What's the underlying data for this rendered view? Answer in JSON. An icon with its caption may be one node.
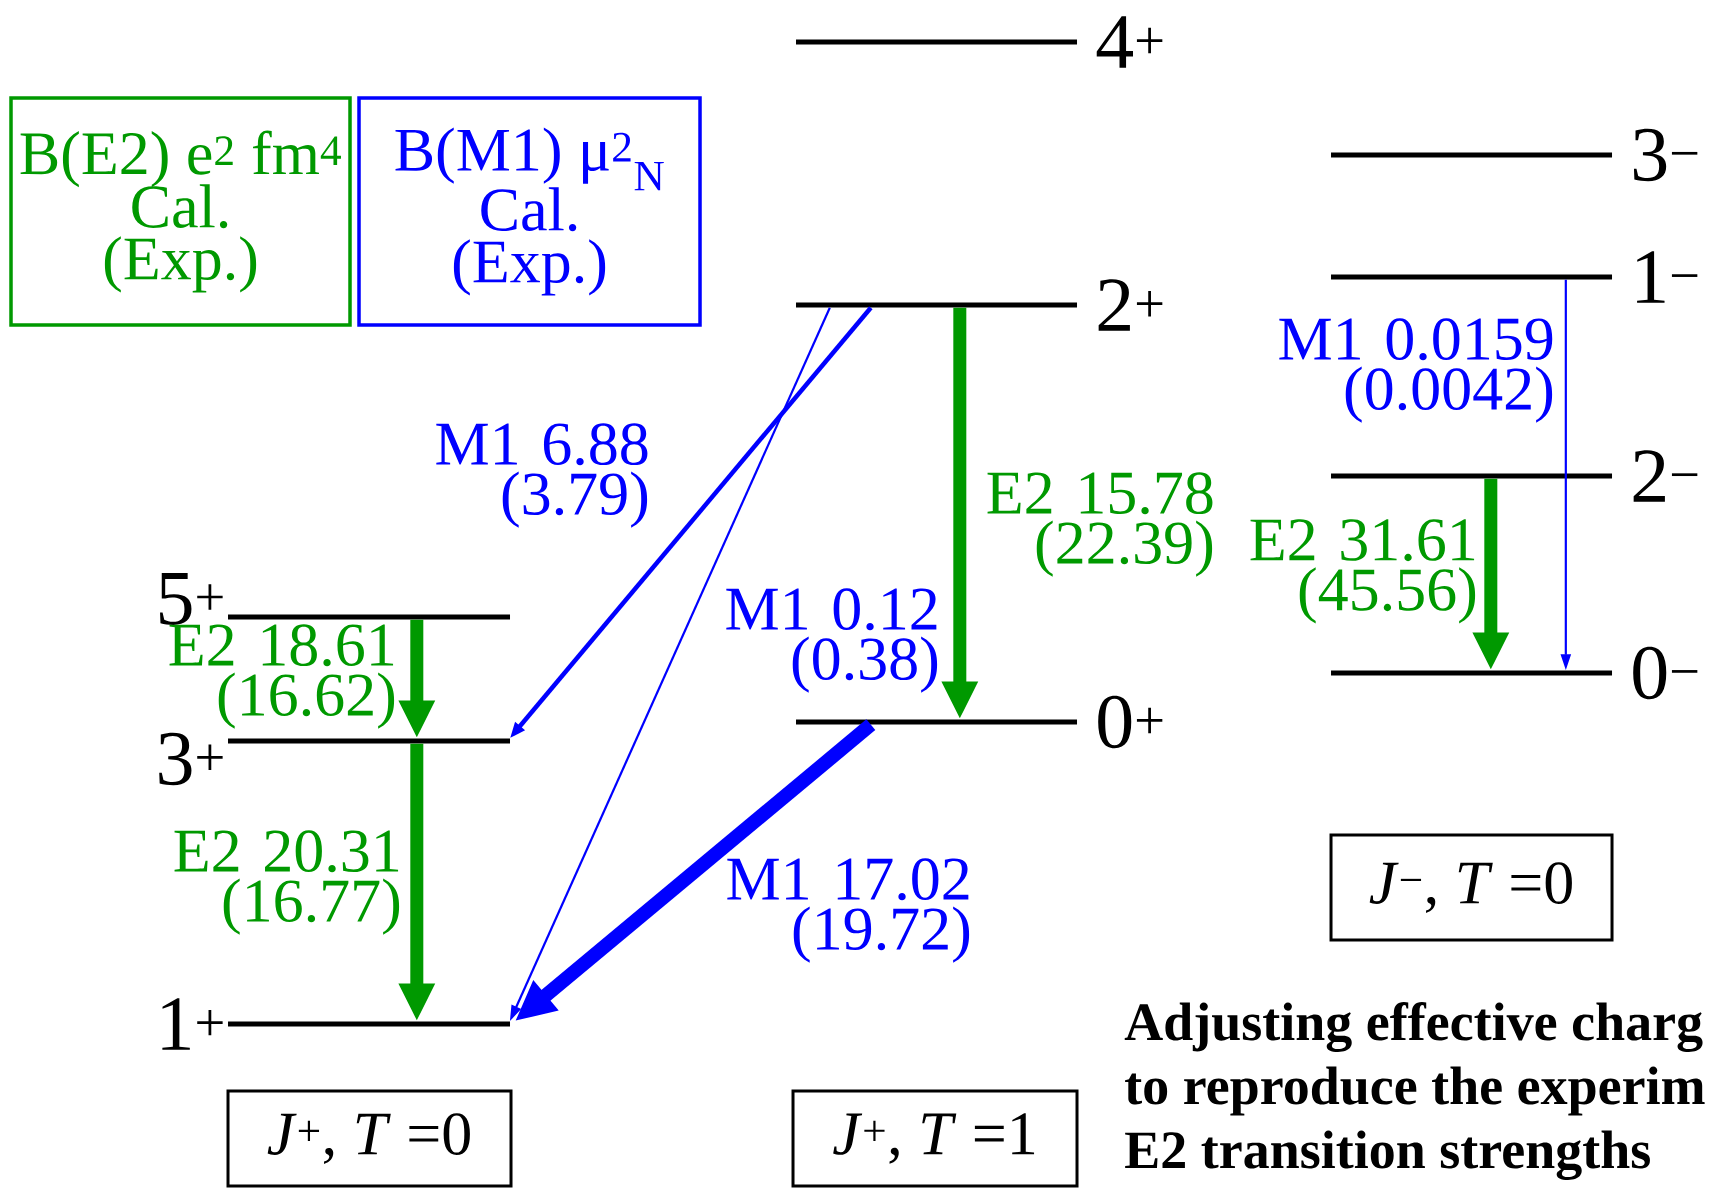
{
  "diagram": {
    "nodes": [
      {
        "text": [
          "B(E2) e$^{2}$ fm$^{4}$",
          "Cal.",
          "(Exp.)"
        ]
      },
      {
        "text": [
          "B(M1) μ$^{2}$$_{N}$",
          "Cal.",
          "(Exp.)"
        ]
      },
      {
        "text": [
          "4$^{+}$"
        ]
      },
      {
        "text": [
          "2$^{+}$"
        ]
      },
      {
        "text": [
          "0$^{+}$"
        ]
      },
      {
        "text": [
          "5$^{+}$"
        ]
      },
      {
        "text": [
          "3$^{+}$"
        ]
      },
      {
        "text": [
          "1$^{+}$"
        ]
      },
      {
        "text": [
          "3$^{−}$"
        ]
      },
      {
        "text": [
          "1$^{−}$"
        ]
      },
      {
        "text": [
          "2$^{−}$"
        ]
      },
      {
        "text": [
          "0$^{−}$"
        ]
      },
      {
        "text": [
          "*J*$^{+}$, *T* =0"
        ]
      },
      {
        "text": [
          "*J*$^{+}$, *T* =1"
        ]
      },
      {
        "text": [
          "*J*$^{−}$, *T* =0"
        ]
      }
    ],
    "edges": [
      {
        "from": 3,
        "to": 6,
        "arrow": "to",
        "color": "#0000ff",
        "label": "M1 6.88 (3.79)"
      },
      {
        "from": 3,
        "to": 7,
        "arrow": "to",
        "color": "#0000ff",
        "label": "M1 0.12 (0.38)"
      },
      {
        "from": 3,
        "to": 4,
        "arrow": "to",
        "color": "#009900",
        "label": "E2 15.78 (22.39)"
      },
      {
        "from": 4,
        "to": 7,
        "arrow": "to",
        "color": "#0000ff",
        "label": "M1 17.02 (19.72)"
      },
      {
        "from": 5,
        "to": 6,
        "arrow": "to",
        "color": "#009900",
        "label": "E2 18.61 (16.62)"
      },
      {
        "from": 6,
        "to": 7,
        "arrow": "to",
        "color": "#009900",
        "label": "E2 20.31 (16.77)"
      },
      {
        "from": 9,
        "to": 11,
        "arrow": "to",
        "color": "#0000ff",
        "label": "M1 0.0159 (0.0042)"
      },
      {
        "from": 10,
        "to": 11,
        "arrow": "to",
        "color": "#009900",
        "label": "E2 31.61 (45.56)"
      }
    ],
    "labels": [
      "Adjusting effective charg",
      "to reproduce the experim",
      "E2 transition strengths"
    ]
  }
}
